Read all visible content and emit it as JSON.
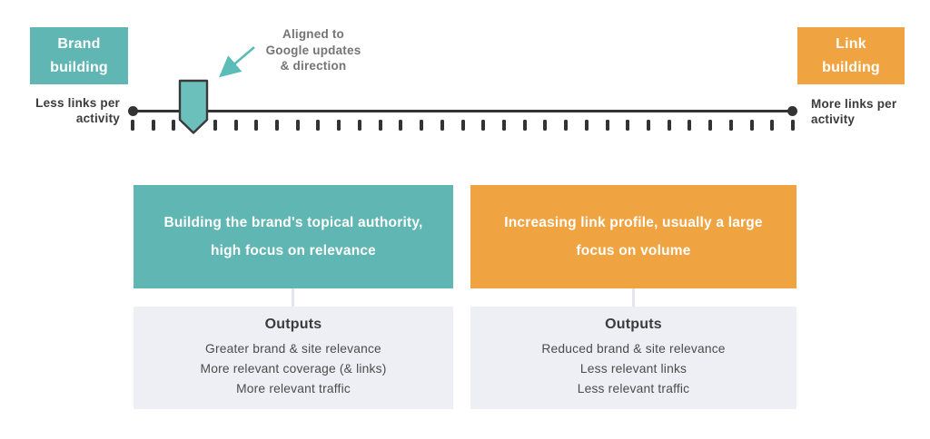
{
  "colors": {
    "teal": "#5fb6b2",
    "teal-light": "#6cc0bc",
    "orange": "#f0a441",
    "outputs_bg": "#edeff4",
    "dark": "#3b3b3b",
    "text": "#4b4b4b",
    "annotation": "#747474",
    "line": "#333333",
    "connector": "#e3e6ee",
    "white": "#ffffff"
  },
  "spectrum": {
    "left_tag": "Brand\nbuilding",
    "right_tag": "Link\nbuilding",
    "left_axis_label": "Less links per\nactivity",
    "right_axis_label": "More links per\nactivity",
    "annotation_lines": [
      "Aligned to",
      "Google updates",
      "& direction"
    ],
    "tick_count": 33,
    "marker_icon": "slider-marker-pentagon",
    "arrow_icon": "teal-annotation-arrow"
  },
  "columns": [
    {
      "heading": "Building the brand's topical authority,\nhigh focus on relevance",
      "outputs_title": "Outputs",
      "outputs": [
        "Greater brand & site relevance",
        "More relevant coverage (& links)",
        "More relevant traffic"
      ]
    },
    {
      "heading": "Increasing link profile, usually a large\nfocus on volume",
      "outputs_title": "Outputs",
      "outputs": [
        "Reduced brand & site relevance",
        "Less relevant links",
        "Less relevant traffic"
      ]
    }
  ]
}
